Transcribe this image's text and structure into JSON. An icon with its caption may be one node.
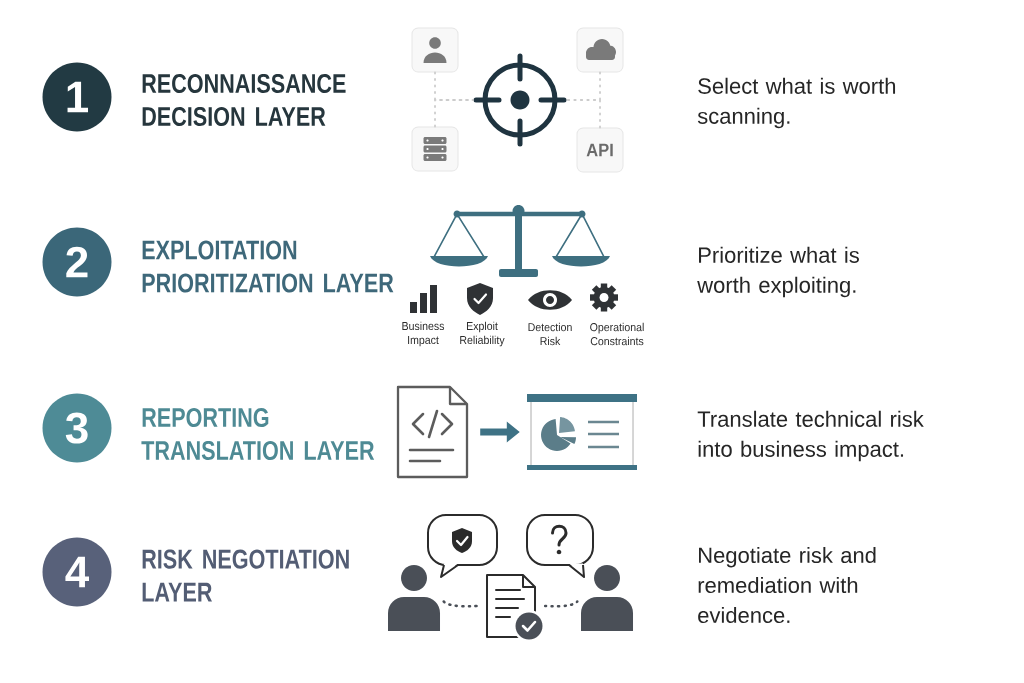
{
  "diagram": {
    "nodes": [
      {
        "text": [
          "1"
        ],
        "beside": [
          "RECONNAISSANCE DECISION LAYER"
        ]
      },
      {
        "text": [],
        "shape": "box"
      },
      {
        "text": [],
        "shape": "box"
      },
      {
        "text": [],
        "shape": "picture"
      },
      {
        "text": [],
        "shape": "box"
      },
      {
        "text": [
          "API"
        ]
      },
      {
        "text": [
          "2"
        ],
        "beside": [
          "EXPLOITATION PRIORITIZATION LAYER"
        ]
      },
      {
        "text": [
          "3"
        ],
        "beside": [
          "REPORTING TRANSLATION LAYER"
        ]
      },
      {
        "text": [],
        "shape": "picture"
      },
      {
        "text": [],
        "shape": "picture"
      },
      {
        "text": [
          "4"
        ],
        "beside": [
          "RISK NEGOTIATION LAYER"
        ]
      },
      {
        "text": [],
        "shape": "person"
      },
      {
        "text": [],
        "shape": "picture"
      },
      {
        "text": [],
        "shape": "person"
      }
    ],
    "edges": [
      {
        "from": 1,
        "to": 3,
        "arrow": "none",
        "style": "dashed"
      },
      {
        "from": 4,
        "to": 3,
        "arrow": "none",
        "style": "dashed"
      },
      {
        "from": 2,
        "to": 3,
        "arrow": "none",
        "style": "dashed"
      },
      {
        "from": 5,
        "to": 3,
        "arrow": "none",
        "style": "dashed"
      },
      {
        "from": 8,
        "to": 9,
        "arrow": "to",
        "style": "thick",
        "color": "#3e7285"
      },
      {
        "from": 11,
        "to": 12,
        "arrow": "none",
        "style": "dashed",
        "color": "#4a4f57"
      },
      {
        "from": 12,
        "to": 13,
        "arrow": "none",
        "style": "dashed",
        "color": "#4a4f57"
      }
    ],
    "labels": [
      "Select what is worth scanning.",
      "Business Impact",
      "Exploit Reliability",
      "Detection Risk",
      "Operational Constraints",
      "Prioritize what is worth exploiting.",
      "Translate technical risk into business impact.",
      "Negotiate risk and remediation with evidence."
    ]
  }
}
